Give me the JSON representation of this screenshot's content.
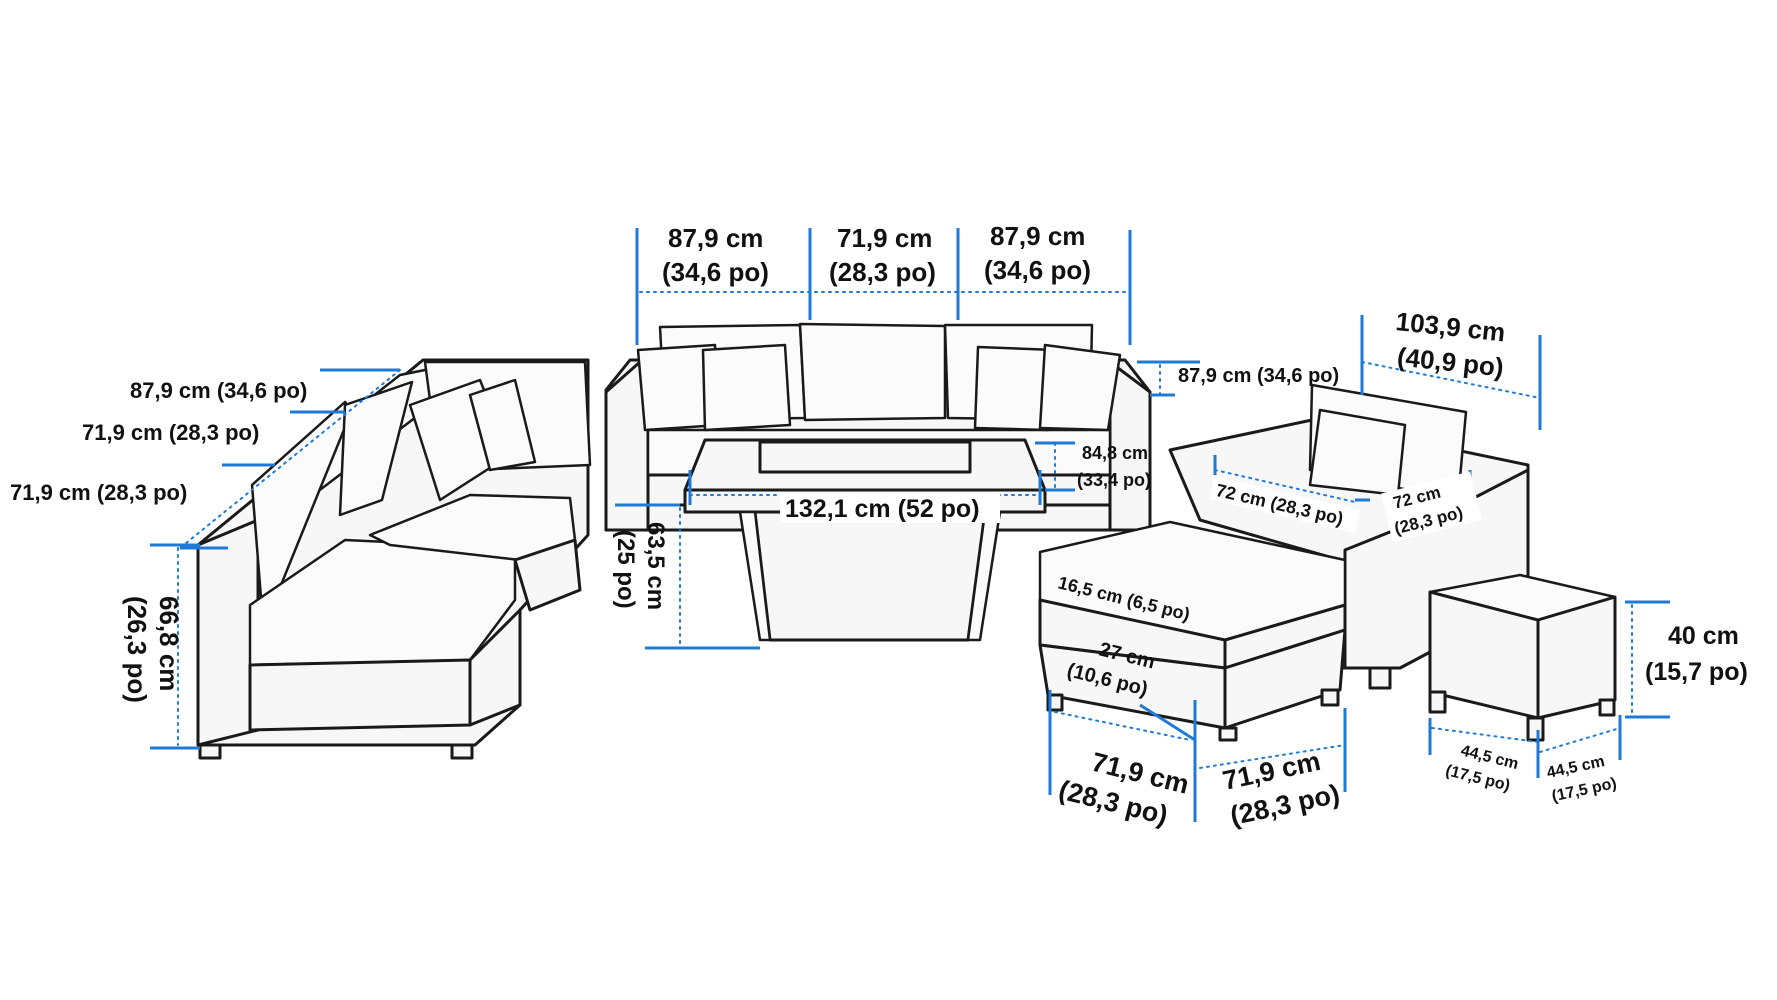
{
  "diagram": {
    "palette": {
      "dimension_line": "#1f7ad6",
      "outline": "#1a1a1a",
      "fill": "#f7f7f7"
    },
    "pieces": [
      "sectional-sofa",
      "three-seat-sofa",
      "fire-table",
      "armchair",
      "ottoman",
      "side-table"
    ],
    "sectional": {
      "width_a": "87,9 cm (34,6 po)",
      "width_b": "71,9 cm (28,3 po)",
      "width_c": "71,9 cm (28,3 po)",
      "height_l1": "66,8 cm",
      "height_l2": "(26,3 po)"
    },
    "sofa": {
      "w1_l1": "87,9 cm",
      "w1_l2": "(34,6 po)",
      "w2_l1": "71,9 cm",
      "w2_l2": "(28,3 po)",
      "w3_l1": "87,9 cm",
      "w3_l2": "(34,6 po)",
      "depth": "87,9 cm (34,6 po)"
    },
    "table": {
      "length": "132,1 cm (52 po)",
      "depth_l1": "84,8 cm",
      "depth_l2": "(33,4 po)",
      "height_l1": "63,5 cm",
      "height_l2": "(25 po)"
    },
    "armchair": {
      "width_l1": "103,9 cm",
      "width_l2": "(40,9 po)",
      "seat_depth": "72 cm (28,3 po)",
      "seat_width_l1": "72 cm",
      "seat_width_l2": "(28,3 po)"
    },
    "ottoman": {
      "cushion": "16,5 cm (6,5 po)",
      "height_l1": "27 cm",
      "height_l2": "(10,6 po)",
      "depth_l1": "71,9 cm",
      "depth_l2": "(28,3 po)",
      "width_l1": "71,9 cm",
      "width_l2": "(28,3 po)"
    },
    "side_table": {
      "height_l1": "40 cm",
      "height_l2": "(15,7 po)",
      "depth_l1": "44,5 cm",
      "depth_l2": "(17,5 po)",
      "width_l1": "44,5 cm",
      "width_l2": "(17,5 po)"
    }
  }
}
